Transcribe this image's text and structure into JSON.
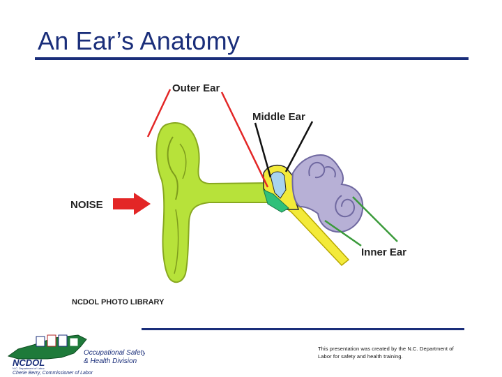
{
  "slide": {
    "title": "An Ear’s Anatomy",
    "credit": "This presentation was created by the N.C. Department of Labor for safety and health training."
  },
  "diagram": {
    "labels": {
      "outer_ear": "Outer Ear",
      "middle_ear": "Middle Ear",
      "inner_ear": "Inner Ear",
      "noise": "NOISE",
      "library": "NCDOL PHOTO LIBRARY"
    }
  },
  "logo": {
    "org_line1": "Occupational Safety",
    "org_line2": "& Health Division",
    "abbrev": "NCDOL",
    "sub": "N.C. Department of Labor",
    "commissioner": "Cherie Berry, Commissioner of Labor"
  },
  "colors": {
    "accent": "#1a2e7a",
    "outer_ear": "#b7e23a",
    "inner_ear": "#b7b0d6",
    "red": "#e32626",
    "green": "#3a9a3a"
  }
}
